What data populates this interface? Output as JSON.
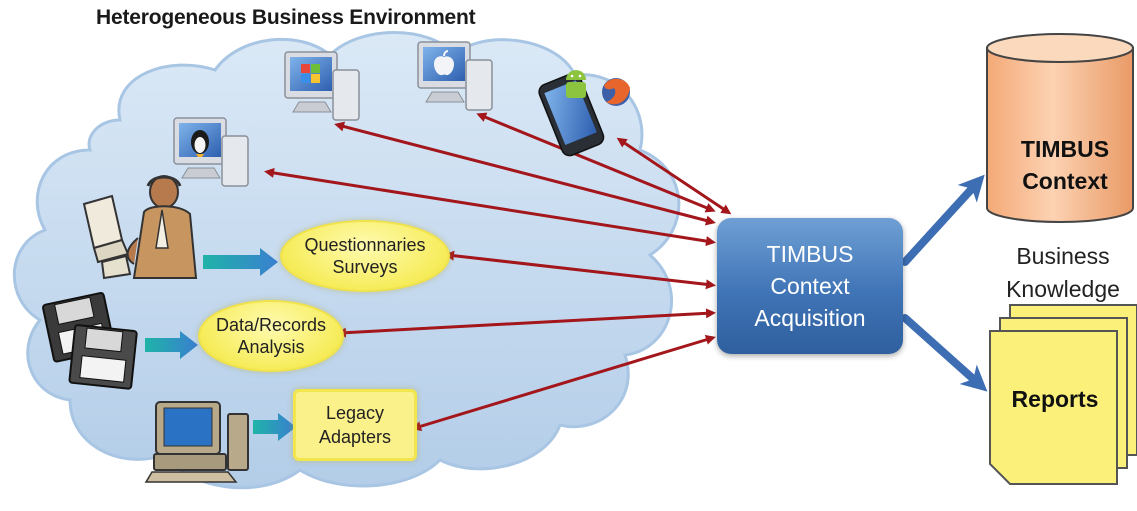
{
  "title": "Heterogeneous Business Environment",
  "sources": {
    "questionnaires": [
      "Questionnaries",
      "Surveys"
    ],
    "data_records": [
      "Data/Records",
      "Analysis"
    ],
    "legacy": [
      "Legacy",
      "Adapters"
    ]
  },
  "acquisition": [
    "TIMBUS",
    "Context",
    "Acquisition"
  ],
  "context_store": [
    "TIMBUS",
    "Context"
  ],
  "business_knowledge": [
    "Business",
    "Knowledge"
  ],
  "reports": "Reports",
  "colors": {
    "cloud": "#c7dcef",
    "cloud_edge": "#9fc0e0",
    "arrow_red": "#a3161b",
    "arrow_blue": "#3d6eb4",
    "acquisition_box": "#3f74b6",
    "cylinder": "#f7b98a",
    "reports": "#faf07a"
  },
  "icons": [
    "linux-computer-icon",
    "windows-computer-icon",
    "apple-computer-icon",
    "android-firefox-phone-icon",
    "person-at-computer-icon",
    "floppy-disks-icon",
    "legacy-computer-icon"
  ]
}
